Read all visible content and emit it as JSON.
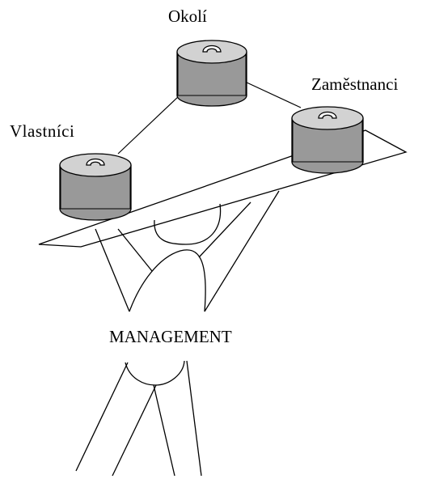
{
  "labels": {
    "top": "Okolí",
    "right": "Zaměstnanci",
    "left": "Vlastníci",
    "bottom": "MANAGEMENT"
  },
  "colors": {
    "weight_fill": "#999999",
    "weight_top": "#d2d2d2",
    "stroke": "#000000",
    "background": "#ffffff"
  }
}
